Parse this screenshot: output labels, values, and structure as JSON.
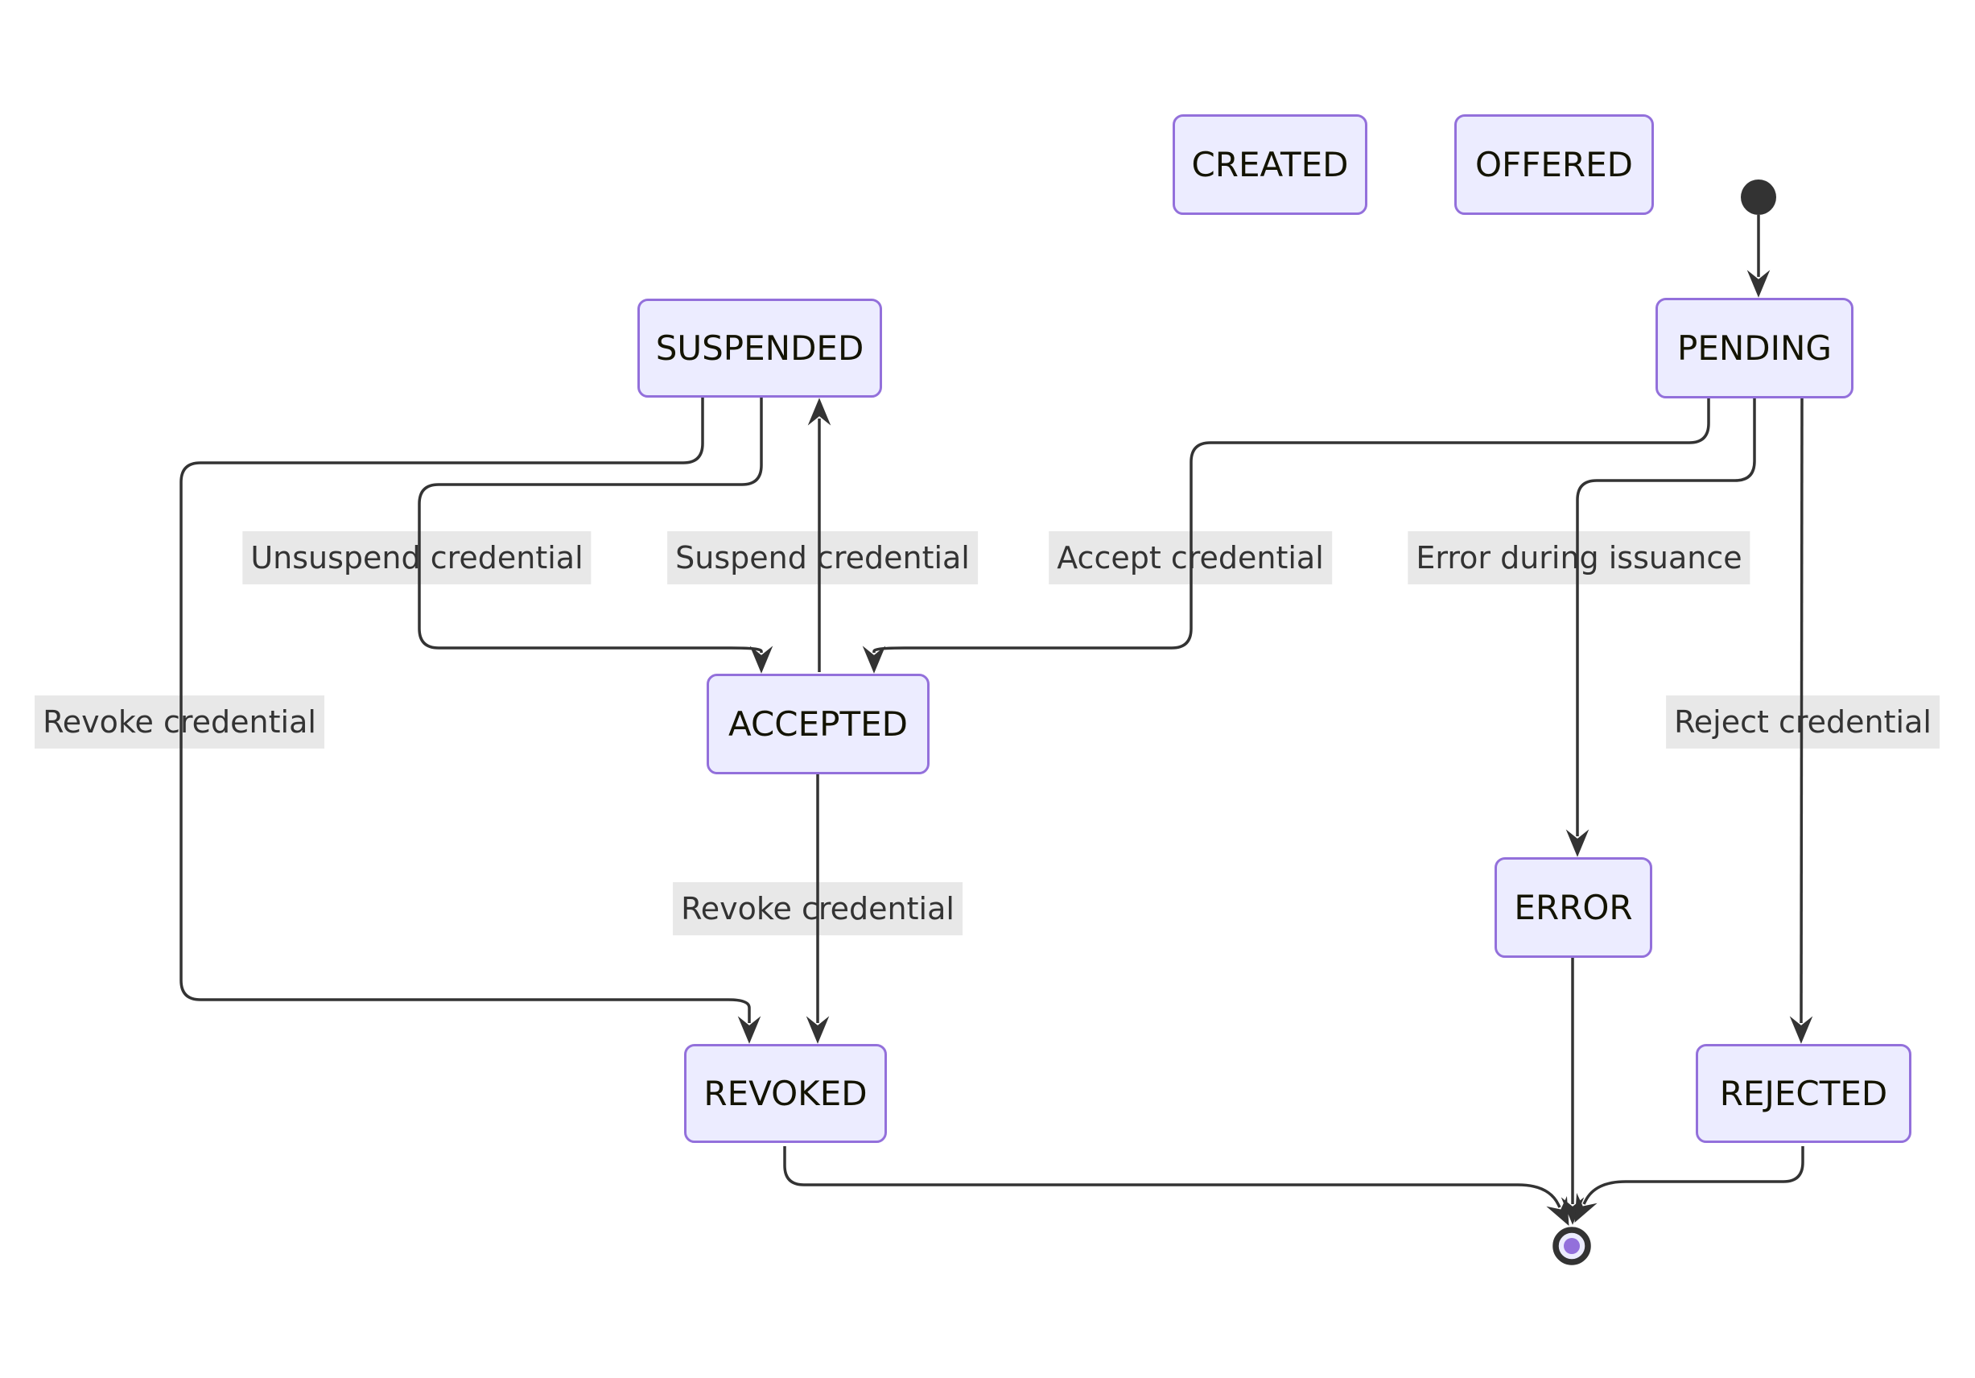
{
  "diagram_type": "credential-state-diagram",
  "states": {
    "created": {
      "label": "CREATED"
    },
    "offered": {
      "label": "OFFERED"
    },
    "pending": {
      "label": "PENDING"
    },
    "suspended": {
      "label": "SUSPENDED"
    },
    "accepted": {
      "label": "ACCEPTED"
    },
    "error": {
      "label": "ERROR"
    },
    "revoked": {
      "label": "REVOKED"
    },
    "rejected": {
      "label": "REJECTED"
    }
  },
  "transitions": [
    {
      "from": "[start]",
      "to": "PENDING",
      "label": ""
    },
    {
      "from": "SUSPENDED",
      "to": "ACCEPTED",
      "label": "Unsuspend credential"
    },
    {
      "from": "ACCEPTED",
      "to": "SUSPENDED",
      "label": "Suspend credential"
    },
    {
      "from": "PENDING",
      "to": "ACCEPTED",
      "label": "Accept credential"
    },
    {
      "from": "PENDING",
      "to": "ERROR",
      "label": "Error during issuance"
    },
    {
      "from": "SUSPENDED",
      "to": "REVOKED",
      "label": "Revoke credential"
    },
    {
      "from": "ACCEPTED",
      "to": "REVOKED",
      "label": "Revoke credential"
    },
    {
      "from": "PENDING",
      "to": "REJECTED",
      "label": "Reject credential"
    },
    {
      "from": "REVOKED",
      "to": "[end]",
      "label": ""
    },
    {
      "from": "ERROR",
      "to": "[end]",
      "label": ""
    },
    {
      "from": "REJECTED",
      "to": "[end]",
      "label": ""
    }
  ],
  "colors": {
    "node_fill": "#ECECFF",
    "node_border": "#9370DB",
    "node_text": "#131300",
    "edge_line": "#333333",
    "edge_label_bg": "#e8e8e8",
    "edge_label_text": "#333333",
    "initial_dot": "#333333",
    "final_outer_ring": "#333333",
    "final_inner_dot": "#9370DB"
  }
}
